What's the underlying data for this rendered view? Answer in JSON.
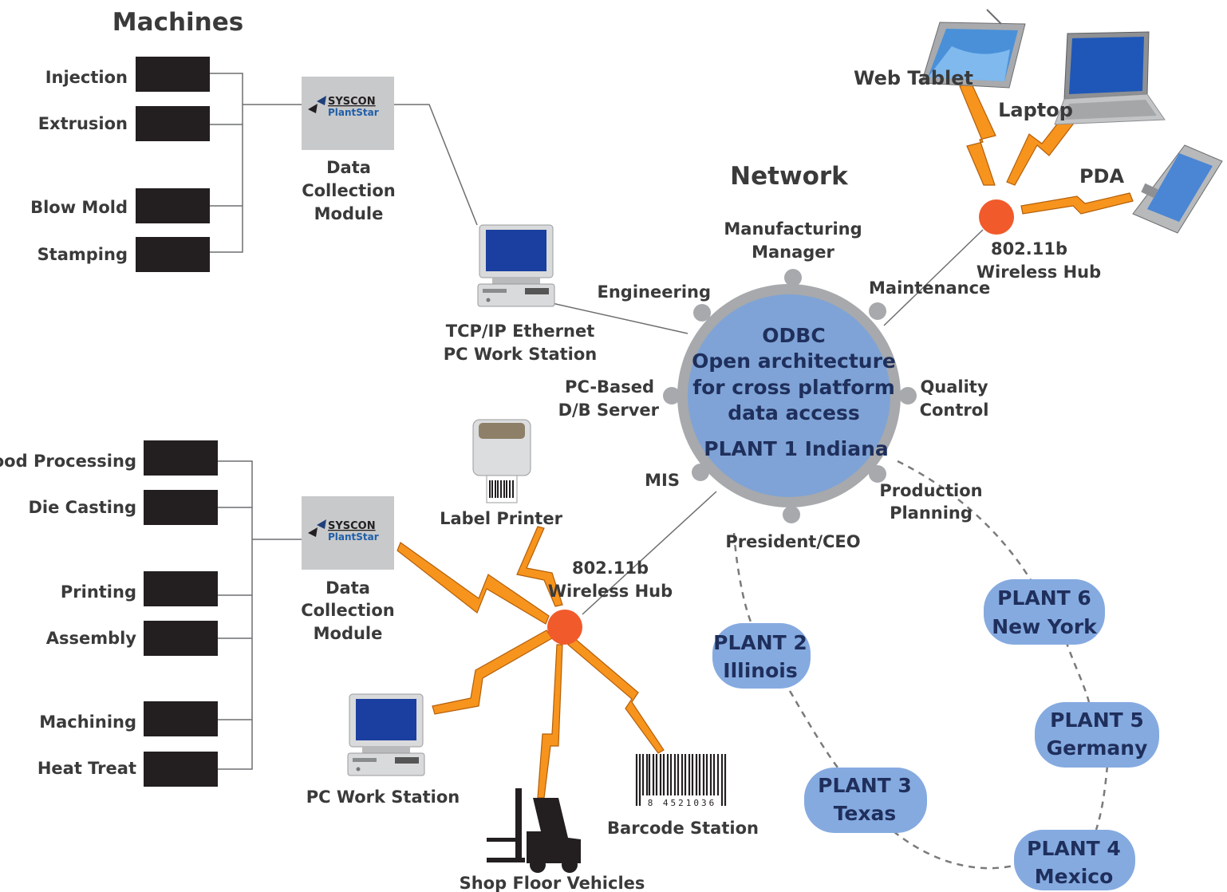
{
  "colors": {
    "machine_box": "#231f20",
    "module_bg": "#c8c9cb",
    "hub_ring": "#a7a9ac",
    "hub_fill": "#7fa3d6",
    "plant_fill": "#85aae0",
    "wireless_dot": "#f15a2b",
    "lightning": "#f7941d",
    "line": "#6d6e70",
    "text": "#3a3a3a"
  },
  "titles": {
    "machines": "Machines",
    "network": "Network"
  },
  "machines_top": [
    "Injection",
    "Extrusion",
    "Blow Mold",
    "Stamping"
  ],
  "machines_bottom": [
    "Food Processing",
    "Die Casting",
    "Printing",
    "Assembly",
    "Machining",
    "Heat Treat"
  ],
  "module": {
    "brand": "SYSCON",
    "product": "PlantStar",
    "label": [
      "Data",
      "Collection",
      "Module"
    ]
  },
  "workstation_top": [
    "TCP/IP Ethernet",
    "PC Work Station"
  ],
  "hub": {
    "lines": [
      "ODBC",
      "Open architecture",
      "for cross platform",
      "data access"
    ],
    "plant": "PLANT 1 Indiana"
  },
  "nodes": {
    "manufacturing_manager": [
      "Manufacturing",
      "Manager"
    ],
    "engineering": "Engineering",
    "maintenance": "Maintenance",
    "db_server": [
      "PC-Based",
      "D/B Server"
    ],
    "quality": [
      "Quality",
      "Control"
    ],
    "mis": "MIS",
    "production": [
      "Production",
      "Planning"
    ],
    "president": "President/CEO"
  },
  "wireless_top": {
    "label": [
      "802.11b",
      "Wireless Hub"
    ],
    "devices": {
      "tablet": "Web Tablet",
      "laptop": "Laptop",
      "pda": "PDA"
    }
  },
  "wireless_bottom": {
    "label": [
      "802.11b",
      "Wireless Hub"
    ],
    "devices": {
      "printer": "Label Printer",
      "workstation": "PC Work Station",
      "vehicles": "Shop Floor Vehicles",
      "barcode": "Barcode Station"
    }
  },
  "barcode_digits": "8  4521036",
  "plants": [
    [
      "PLANT 2",
      "Illinois"
    ],
    [
      "PLANT 3",
      "Texas"
    ],
    [
      "PLANT 4",
      "Mexico"
    ],
    [
      "PLANT 5",
      "Germany"
    ],
    [
      "PLANT 6",
      "New York"
    ]
  ]
}
